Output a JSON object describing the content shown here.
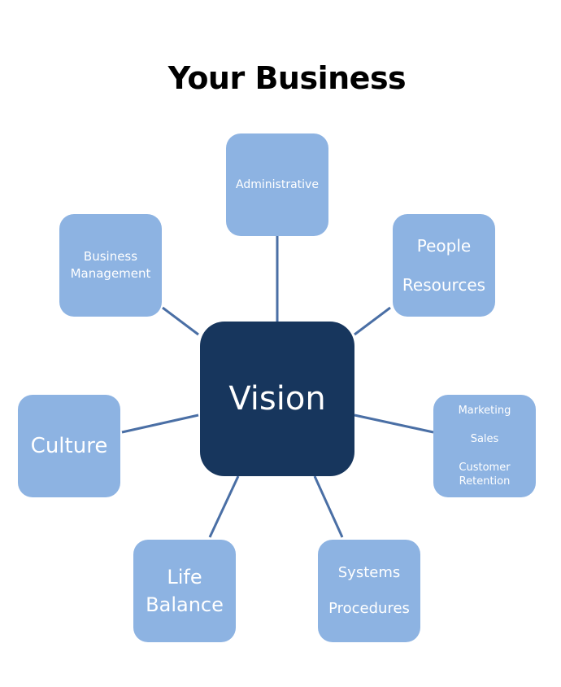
{
  "title": "Your Business",
  "colors": {
    "center_fill": "#17365d",
    "node_fill": "#8db3e2",
    "connector": "#4a6fa5",
    "text": "#ffffff"
  },
  "center": {
    "label": "Vision"
  },
  "nodes": {
    "administrative": {
      "lines": [
        "Administrative"
      ]
    },
    "business_management": {
      "lines": [
        "Business",
        "Management"
      ]
    },
    "people_resources": {
      "lines": [
        "People",
        "Resources"
      ]
    },
    "culture": {
      "lines": [
        "Culture"
      ]
    },
    "marketing_sales": {
      "lines": [
        "Marketing",
        "Sales",
        "Customer",
        "Retention"
      ]
    },
    "life_balance": {
      "lines": [
        "Life",
        "Balance"
      ]
    },
    "systems_procedures": {
      "lines": [
        "Systems",
        "Procedures"
      ]
    }
  }
}
